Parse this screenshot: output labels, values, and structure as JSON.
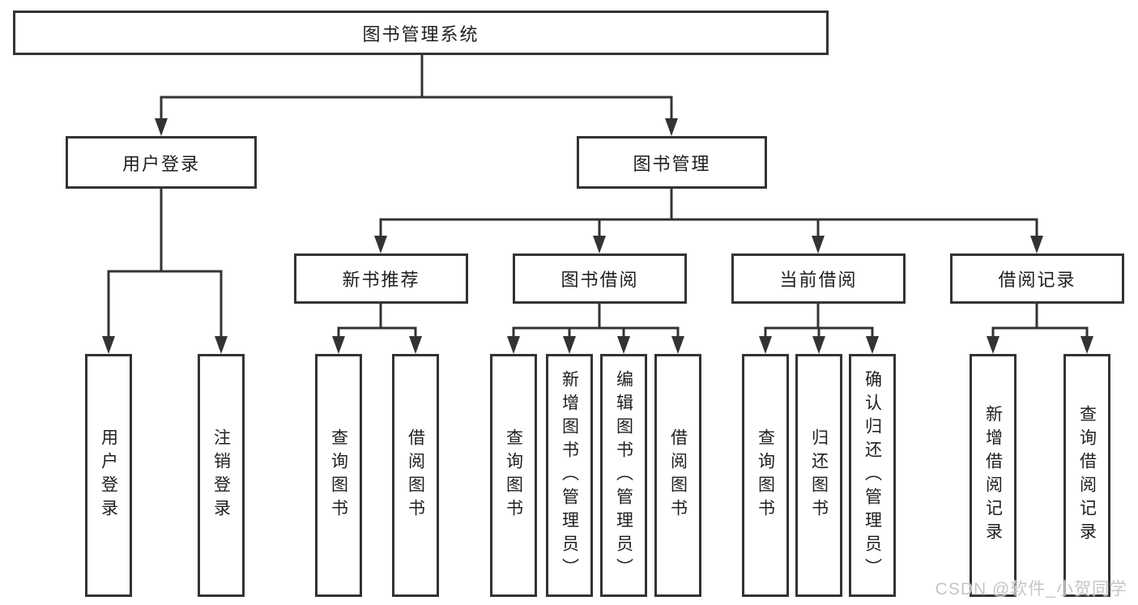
{
  "tree": {
    "root": "图书管理系统",
    "children": [
      {
        "label": "用户登录",
        "children": [
          {
            "label": "用户登录"
          },
          {
            "label": "注销登录"
          }
        ]
      },
      {
        "label": "图书管理",
        "children": [
          {
            "label": "新书推荐",
            "children": [
              {
                "label": "查询图书"
              },
              {
                "label": "借阅图书"
              }
            ]
          },
          {
            "label": "图书借阅",
            "children": [
              {
                "label": "查询图书"
              },
              {
                "label": "新增图书（管理员）"
              },
              {
                "label": "编辑图书（管理员）"
              },
              {
                "label": "借阅图书"
              }
            ]
          },
          {
            "label": "当前借阅",
            "children": [
              {
                "label": "查询图书"
              },
              {
                "label": "归还图书"
              },
              {
                "label": "确认归还（管理员）"
              }
            ]
          },
          {
            "label": "借阅记录",
            "children": [
              {
                "label": "新增借阅记录"
              },
              {
                "label": "查询借阅记录"
              }
            ]
          }
        ]
      }
    ]
  },
  "watermark": "CSDN @软件_小贺同学",
  "colors": {
    "line": "#333333",
    "text": "#1f1f1f",
    "wm": "#c6c6c6",
    "bg": "#ffffff"
  }
}
